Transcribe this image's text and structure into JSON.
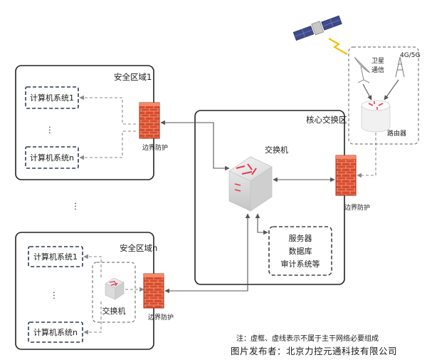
{
  "zone1": {
    "title": "安全区域1",
    "sys_top": "计算机系统1",
    "sys_bottom": "计算机系统n",
    "ellipsis": "⋮"
  },
  "zone_n": {
    "title": "安全区域n",
    "sys_top": "计算机系统1",
    "sys_bottom": "计算机系统n",
    "switch": "交换机",
    "ellipsis": "⋮"
  },
  "between_zones_ellipsis": "⋮",
  "core": {
    "title": "核心交换区",
    "switch": "交换机",
    "services": [
      "服务器",
      "数据库",
      "审计系统等"
    ]
  },
  "firewalls": {
    "zone1": "边界防护",
    "zone_n": "边界防护",
    "core": "边界防护"
  },
  "external": {
    "satellite_label_1": "卫星",
    "satellite_label_2": "通信",
    "cellular": "4G/5G",
    "router": "路由器"
  },
  "note": "注：虚框、虚线表示不属于主干网络必要组成",
  "credit": "图片发布者：北京力控元通科技有限公司",
  "colors": {
    "firewall_brick": "#d94a2a",
    "router_arrow": "#e8384f",
    "switch_arrow": "#e8384f"
  }
}
